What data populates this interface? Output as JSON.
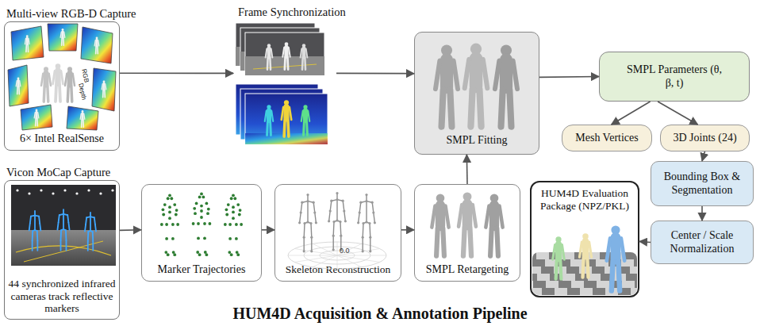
{
  "diagram": {
    "title": "HUM4D Acquisition & Annotation Pipeline",
    "nodes": [
      {
        "text": [
          "Multi-view RGB-D Capture",
          "6× Intel RealSense"
        ]
      },
      {
        "text": [
          "Frame Synchronization"
        ]
      },
      {
        "text": [
          "SMPL Fitting"
        ]
      },
      {
        "text": [
          "SMPL Parameters (θ, β, t)"
        ]
      },
      {
        "text": [
          "Mesh Vertices"
        ]
      },
      {
        "text": [
          "3D Joints (24)"
        ]
      },
      {
        "text": [
          "Bounding Box & Segmentation"
        ]
      },
      {
        "text": [
          "Center / Scale Normalization"
        ]
      },
      {
        "text": [
          "Vicon MoCap Capture",
          "44 synchronized infrared cameras track reflective markers"
        ]
      },
      {
        "text": [
          "Marker Trajectories"
        ]
      },
      {
        "text": [
          "Skeleton Reconstruction"
        ]
      },
      {
        "text": [
          "SMPL Retargeting"
        ]
      },
      {
        "text": [
          "HUM4D Evaluation Package (NPZ/PKL)"
        ]
      }
    ],
    "edges": [
      {
        "from": 0,
        "to": 1,
        "arrow": "to"
      },
      {
        "from": 1,
        "to": 2,
        "arrow": "to"
      },
      {
        "from": 2,
        "to": 3,
        "arrow": "to"
      },
      {
        "from": 3,
        "to": 4,
        "arrow": "to"
      },
      {
        "from": 3,
        "to": 5,
        "arrow": "to"
      },
      {
        "from": 5,
        "to": 6,
        "arrow": "to"
      },
      {
        "from": 6,
        "to": 7,
        "arrow": "to"
      },
      {
        "from": 7,
        "to": 12,
        "arrow": "to"
      },
      {
        "from": 8,
        "to": 9,
        "arrow": "to"
      },
      {
        "from": 9,
        "to": 10,
        "arrow": "to"
      },
      {
        "from": 10,
        "to": 11,
        "arrow": "to"
      },
      {
        "from": 11,
        "to": 2,
        "arrow": "to"
      }
    ],
    "labels": [
      "RGB",
      "Depth",
      "0.0"
    ]
  }
}
